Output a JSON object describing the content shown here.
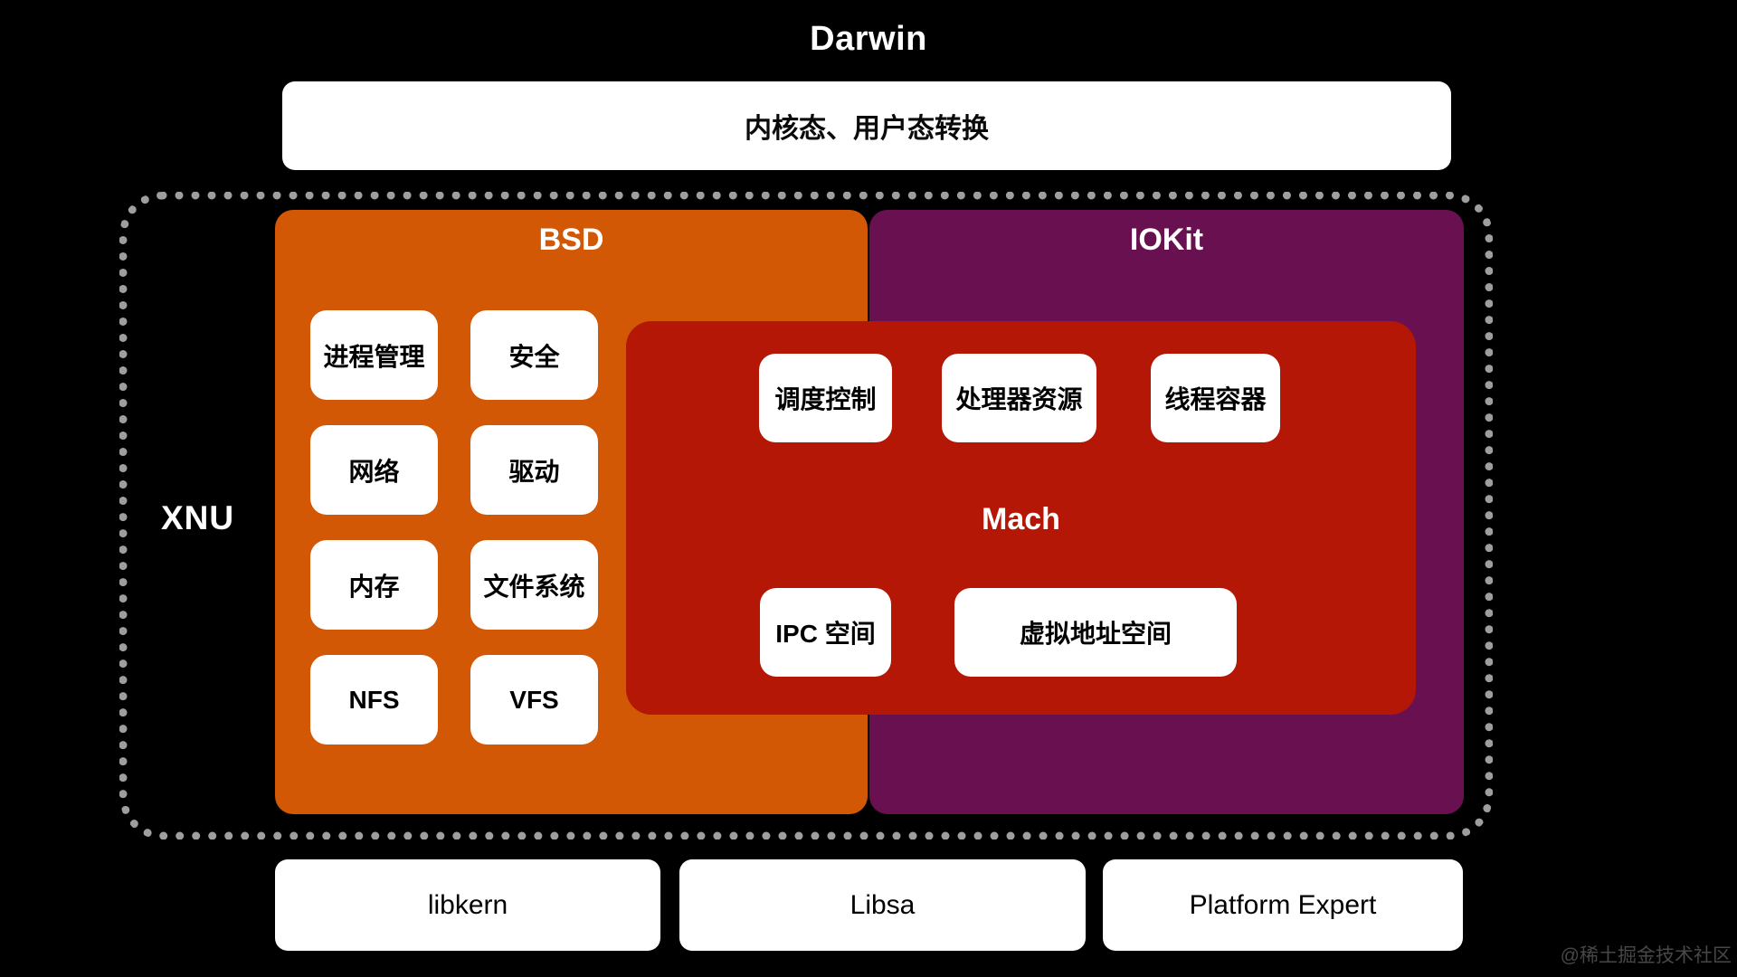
{
  "title": "Darwin",
  "top_box": {
    "label": "内核态、用户态转换"
  },
  "xnu": {
    "label": "XNU"
  },
  "bsd": {
    "label": "BSD",
    "items": [
      "进程管理",
      "安全",
      "网络",
      "驱动",
      "内存",
      "文件系统",
      "NFS",
      "VFS"
    ]
  },
  "iokit": {
    "label": "IOKit"
  },
  "mach": {
    "label": "Mach",
    "top_items": [
      "调度控制",
      "处理器资源",
      "线程容器"
    ],
    "bottom_items": [
      "IPC 空间",
      "虚拟地址空间"
    ]
  },
  "bottom_row": [
    "libkern",
    "Libsa",
    "Platform Expert"
  ],
  "watermark": "@稀土掘金技术社区",
  "colors": {
    "background": "#000000",
    "bsd_orange": "#D25806",
    "iokit_purple": "#691150",
    "mach_red": "#B41705",
    "chip_white": "#FFFFFF",
    "dot_border_gray": "#9E9E9E",
    "watermark_gray": "#474747"
  }
}
